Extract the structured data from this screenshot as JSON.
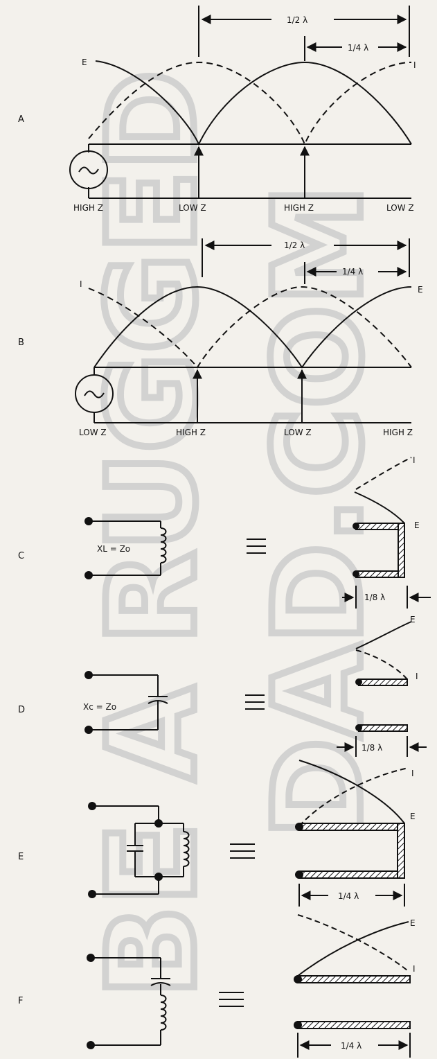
{
  "panels": {
    "A": {
      "label": "A",
      "dim_half": "1/2 λ",
      "dim_quarter": "1/4 λ",
      "curve_e": "E",
      "curve_i": "I",
      "z": [
        "HIGH Z",
        "LOW Z",
        "HIGH Z",
        "LOW Z"
      ]
    },
    "B": {
      "label": "B",
      "dim_half": "1/2 λ",
      "dim_quarter": "1/4 λ",
      "curve_i": "I",
      "curve_e": "E",
      "z": [
        "LOW Z",
        "HIGH Z",
        "LOW Z",
        "HIGH Z"
      ]
    },
    "C": {
      "label": "C",
      "formula": "XL = Zo",
      "curve_i": "I",
      "curve_e": "E",
      "dim": "1/8 λ"
    },
    "D": {
      "label": "D",
      "formula": "Xc = Zo",
      "curve_e": "E",
      "curve_i": "I",
      "dim": "1/8 λ"
    },
    "E": {
      "label": "E",
      "curve_i": "I",
      "curve_e": "E",
      "dim": "1/4 λ"
    },
    "F": {
      "label": "F",
      "curve_e": "E",
      "curve_i": "I",
      "dim": "1/4 λ"
    }
  },
  "watermark": {
    "line1": "BE A RUGGED",
    "line2": "DAD.COM"
  }
}
